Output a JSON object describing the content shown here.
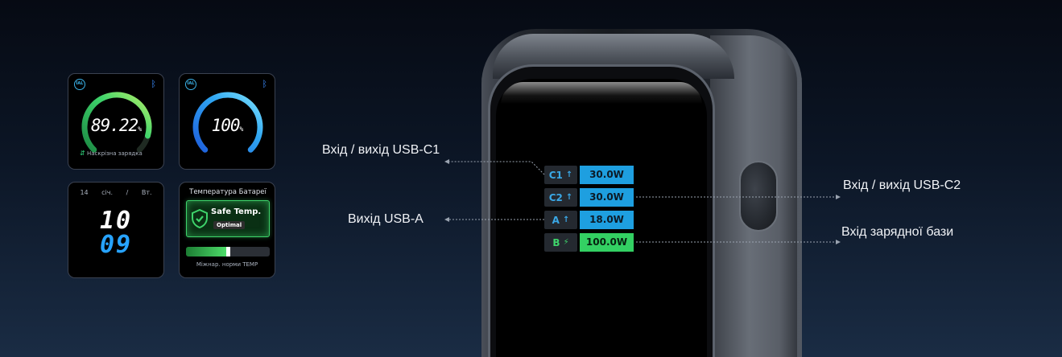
{
  "panels": {
    "charge": {
      "value": "89.22",
      "unit": "%",
      "progress": 0.8922,
      "caption": "Наскрізна зарядка",
      "colors": [
        "#1c8a44",
        "#3ed46b",
        "#b8f06a"
      ]
    },
    "battery": {
      "value": "100",
      "unit": "%",
      "progress": 1.0,
      "colors": [
        "#1e5fdc",
        "#2fa6f2",
        "#7fe4ff"
      ]
    },
    "clock": {
      "date": "14 січ. /",
      "weekday": "Вт.",
      "hours": "10",
      "minutes": "09"
    },
    "temperature": {
      "title": "Температура Батареї",
      "status": "Safe Temp.",
      "badge": "Optimal",
      "level": 0.5,
      "footer": "Міжнар. норми TEMP"
    }
  },
  "ports": [
    {
      "name": "C1",
      "direction": "↑",
      "value": "30.0W",
      "color": "#1e9fe0"
    },
    {
      "name": "C2",
      "direction": "↑",
      "value": "30.0W",
      "color": "#1e9fe0"
    },
    {
      "name": "A",
      "direction": "↑",
      "value": "18.0W",
      "color": "#1e9fe0"
    },
    {
      "name": "B",
      "direction": "⚡",
      "value": "100.0W",
      "color": "#33d063"
    }
  ],
  "callouts": {
    "usb_c1": "Вхід / вихід USB-C1",
    "usb_a": "Вихід USB-A",
    "usb_c2": "Вхід / вихід USB-C2",
    "base": "Вхід зарядної бази"
  },
  "icons": {
    "brand": "brand-logo-icon",
    "bluetooth": "bluetooth-icon",
    "shield": "shield-check-icon",
    "charging": "bolt-icon"
  }
}
